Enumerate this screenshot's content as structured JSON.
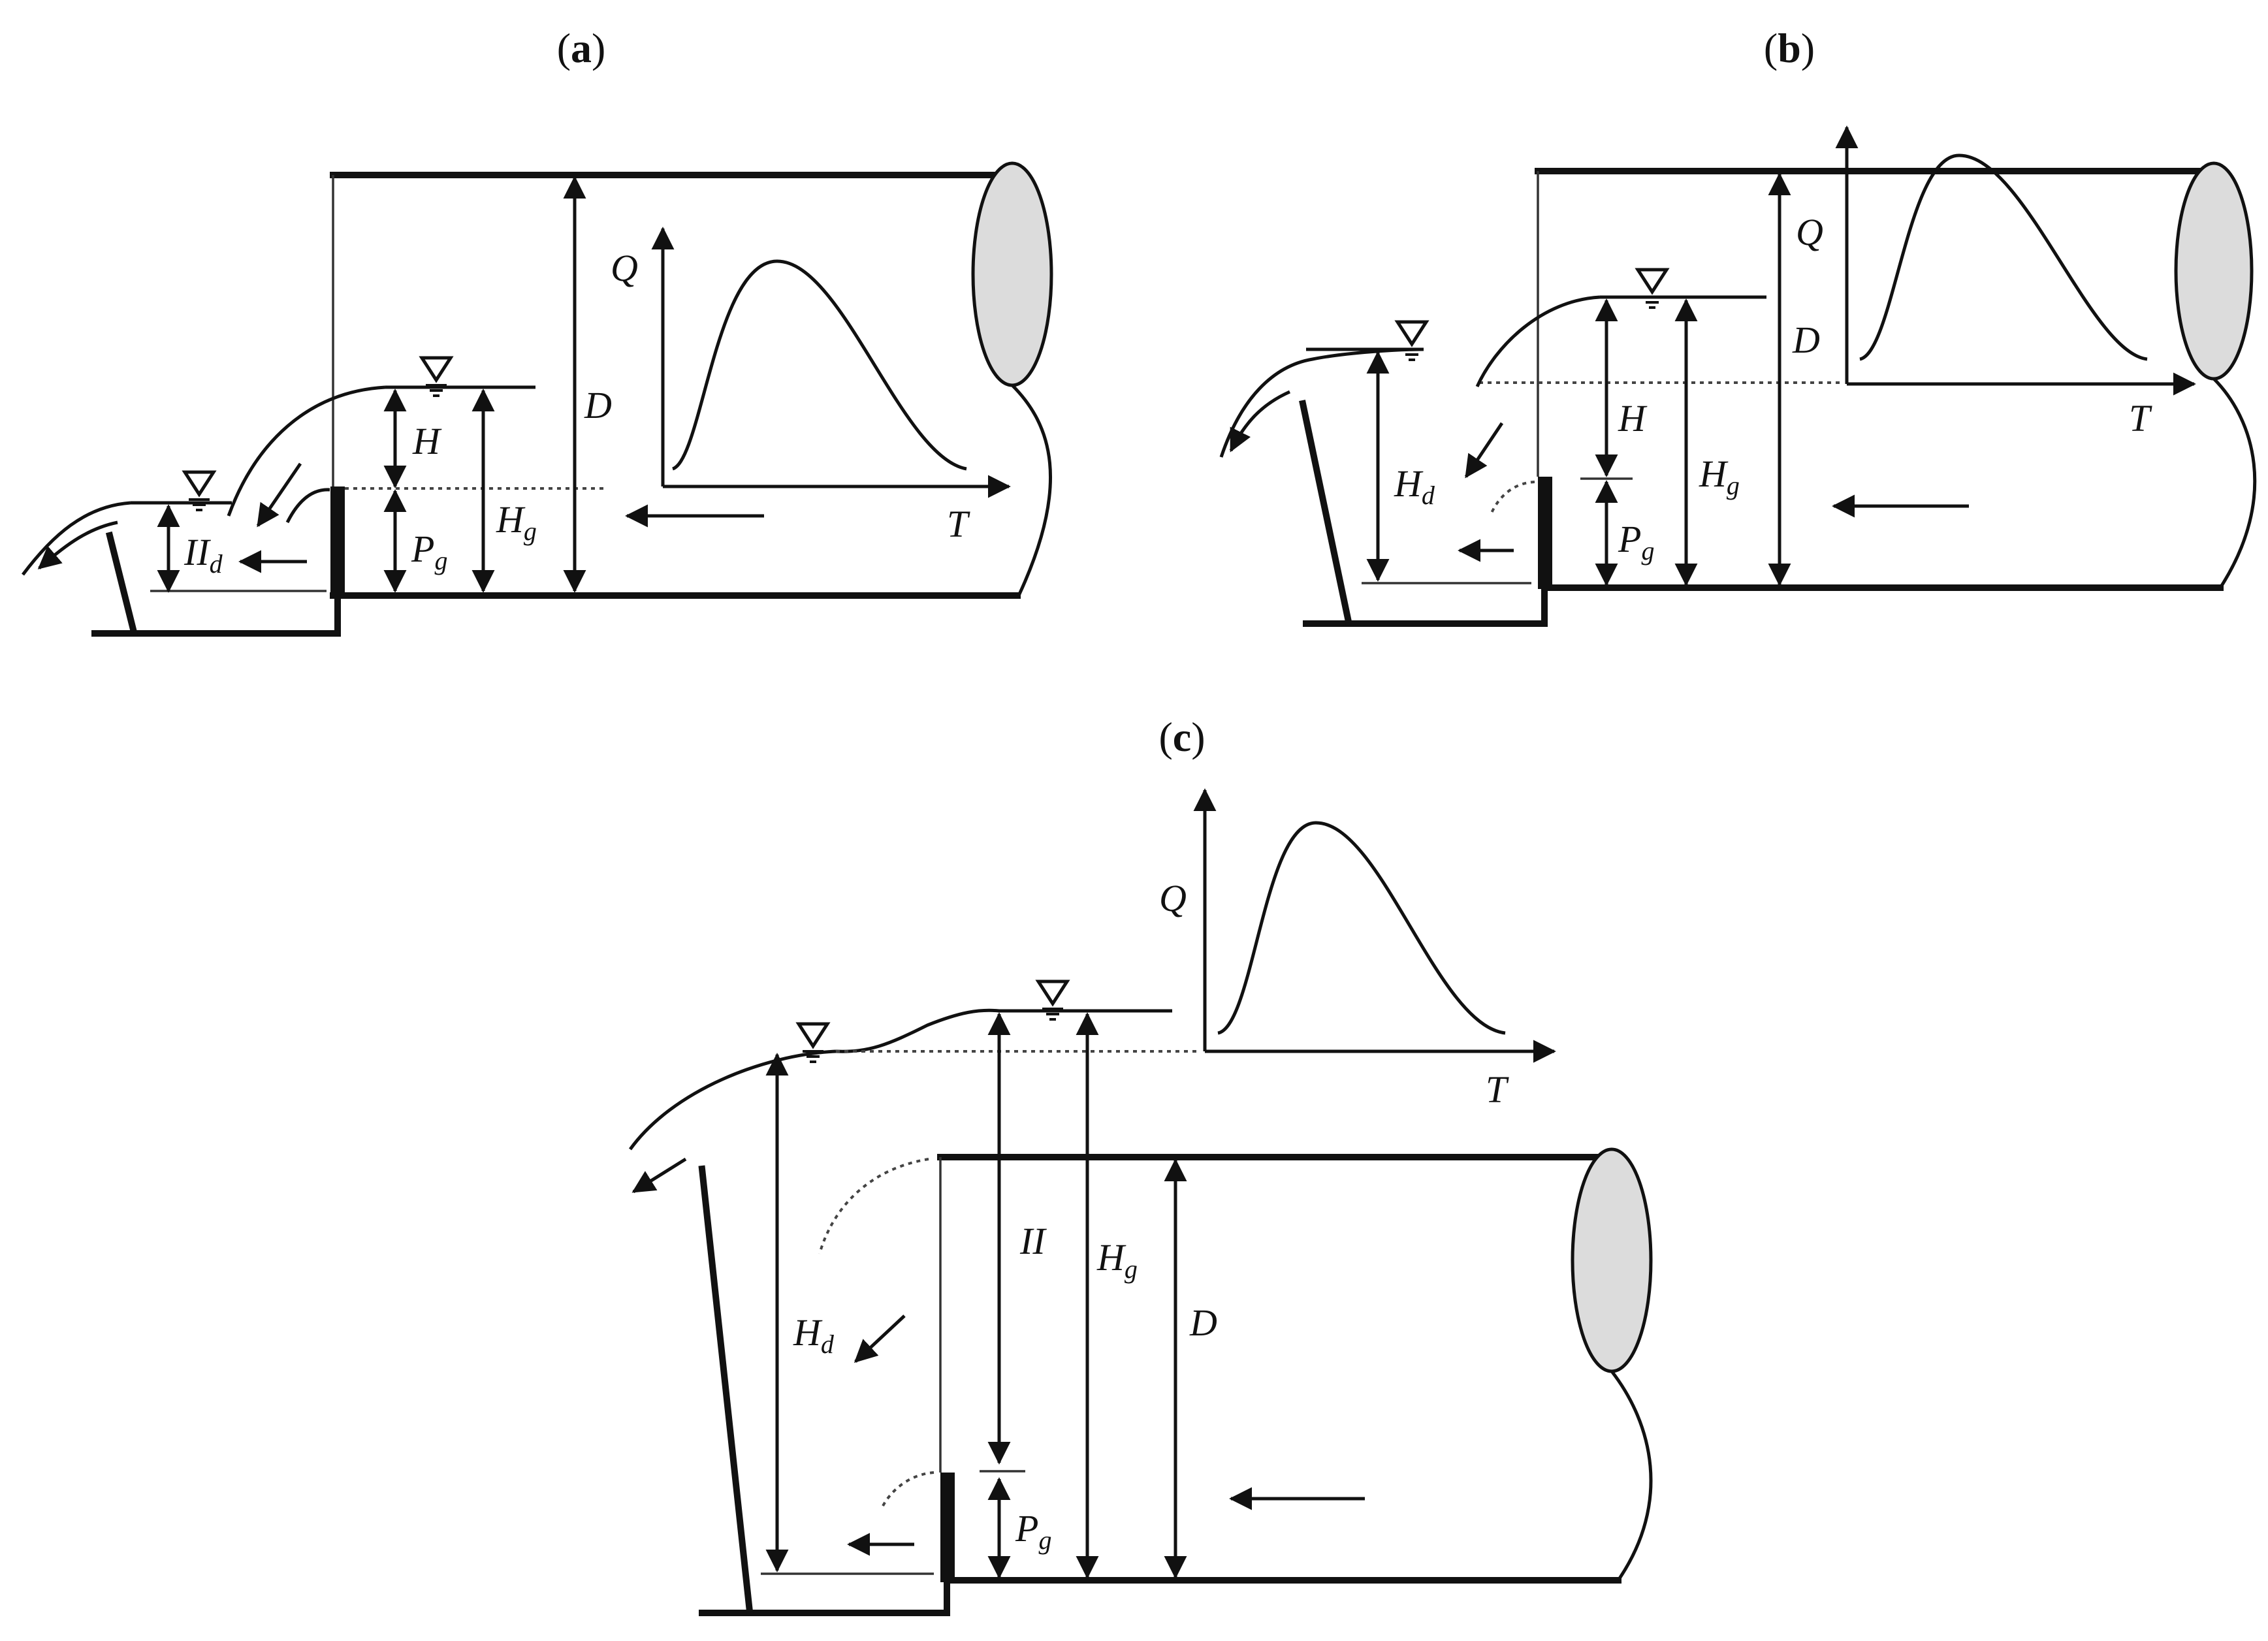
{
  "panels": [
    {
      "id": "a",
      "paren_open": "(",
      "letter": "a",
      "paren_close": ")"
    },
    {
      "id": "b",
      "paren_open": "(",
      "letter": "b",
      "paren_close": ")"
    },
    {
      "id": "c",
      "paren_open": "(",
      "letter": "c",
      "paren_close": ")"
    }
  ],
  "labels": {
    "Q": "Q",
    "T": "T",
    "D": "D",
    "H": "H",
    "H_c": "II",
    "Hg_main": "H",
    "Hg_sub": "g",
    "Hd_main": "H",
    "Hd_a_main": "II",
    "Hd_sub": "d",
    "Pg_main": "P",
    "Pg_sub": "g"
  },
  "symbols": {
    "water_level": "water-level-triangle-icon"
  },
  "colors": {
    "line": "#111111",
    "pipe_end_fill": "#dcdcdc",
    "background": "#ffffff"
  }
}
